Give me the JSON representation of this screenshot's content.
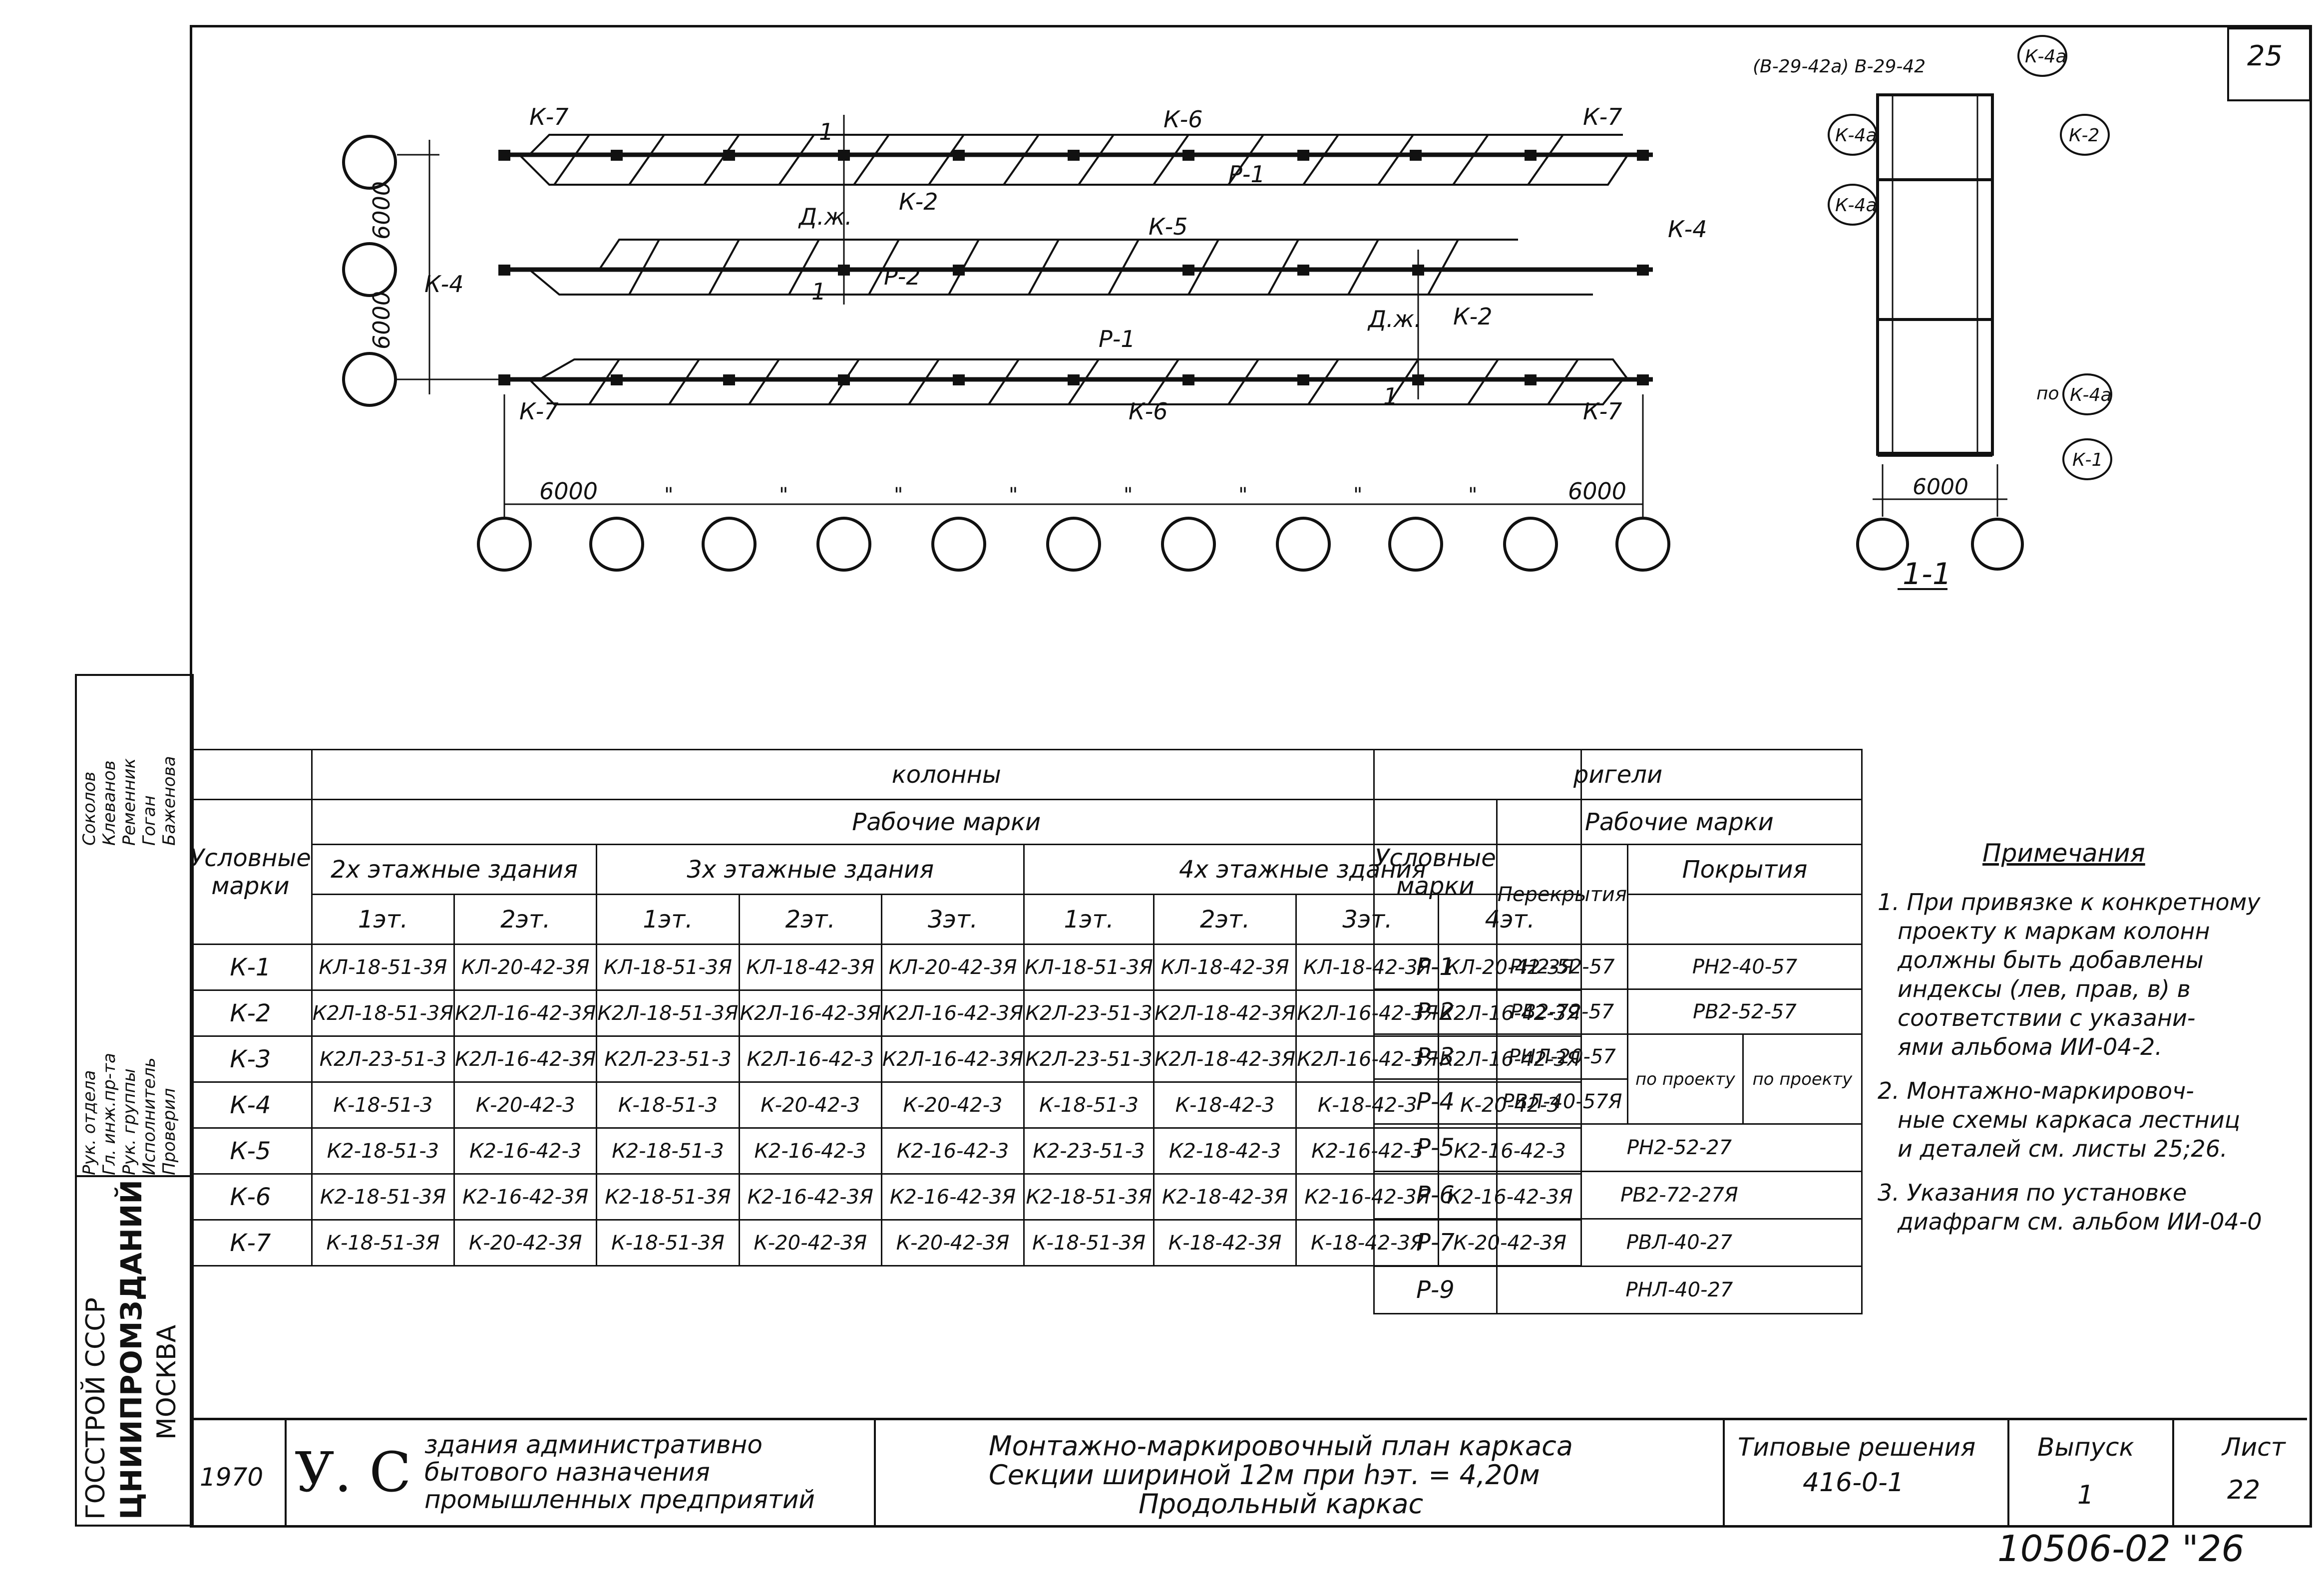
{
  "sheet_number_corner": "25",
  "plan": {
    "labels": {
      "k7_tl": "К-7",
      "k6_top": "К-6",
      "k7_tr": "К-7",
      "r1_top": "Р-1",
      "dzh_1": "Д.ж.",
      "k2_1": "К-2",
      "k5": "К-5",
      "k4_r": "К-4",
      "r2": "Р-2",
      "k4_l": "К-4",
      "dzh_2": "Д.ж.",
      "k2_2": "К-2",
      "r1_bot": "Р-1",
      "k7_bl": "К-7",
      "k6_bot": "К-6",
      "k7_br": "К-7",
      "sec1": "1",
      "sec2": "1",
      "sec3": "1"
    },
    "dims": {
      "v1": "6000",
      "v2": "6000",
      "h_left": "6000",
      "h_right": "6000",
      "tick": "\""
    }
  },
  "section": {
    "top_text": "(В-29-42а) В-29-42",
    "callouts": [
      "К-4а",
      "К-4а",
      "К-2",
      "К-4а",
      "К-4а",
      "К-1"
    ],
    "po": "по",
    "dim": "6000",
    "title": "1-1"
  },
  "stamp": {
    "roles": [
      "Рук. отдела",
      "Гл. инж.пр-та",
      "Рук. группы",
      "Исполнитель",
      "Проверил"
    ],
    "names": [
      "Соколов",
      "Клеванов",
      "Ременник",
      "Гоган",
      "Баженова"
    ],
    "org1": "ГОССТРОЙ СССР",
    "org2": "ЦНИИПРОМЗДАНИЙ",
    "org3": "МОСКВА"
  },
  "columns_table": {
    "title": "колонны",
    "sub": "Рабочие марки",
    "cond_head": "Условные марки",
    "groups": [
      "2х этажные здания",
      "3х этажные здания",
      "4х этажные здания"
    ],
    "floors": [
      "1эт.",
      "2эт.",
      "1эт.",
      "2эт.",
      "3эт.",
      "1эт.",
      "2эт.",
      "3эт.",
      "4эт."
    ],
    "rows": [
      {
        "mark": "К-1",
        "cells": [
          "КЛ-18-51-3Я",
          "КЛ-20-42-3Я",
          "КЛ-18-51-3Я",
          "КЛ-18-42-3Я",
          "КЛ-20-42-3Я",
          "КЛ-18-51-3Я",
          "КЛ-18-42-3Я",
          "КЛ-18-42-3Я",
          "КЛ-20-42-3Я"
        ]
      },
      {
        "mark": "К-2",
        "cells": [
          "К2Л-18-51-3Я",
          "К2Л-16-42-3Я",
          "К2Л-18-51-3Я",
          "К2Л-16-42-3Я",
          "К2Л-16-42-3Я",
          "К2Л-23-51-3",
          "К2Л-18-42-3Я",
          "К2Л-16-42-3Я",
          "К2Л-16-42-3Я"
        ]
      },
      {
        "mark": "К-3",
        "cells": [
          "К2Л-23-51-3",
          "К2Л-16-42-3Я",
          "К2Л-23-51-3",
          "К2Л-16-42-3",
          "К2Л-16-42-3Я",
          "К2Л-23-51-3",
          "К2Л-18-42-3Я",
          "К2Л-16-42-3Я",
          "К2Л-16-42-3Я"
        ]
      },
      {
        "mark": "К-4",
        "cells": [
          "К-18-51-3",
          "К-20-42-3",
          "К-18-51-3",
          "К-20-42-3",
          "К-20-42-3",
          "К-18-51-3",
          "К-18-42-3",
          "К-18-42-3",
          "К-20-42-3"
        ]
      },
      {
        "mark": "К-5",
        "cells": [
          "К2-18-51-3",
          "К2-16-42-3",
          "К2-18-51-3",
          "К2-16-42-3",
          "К2-16-42-3",
          "К2-23-51-3",
          "К2-18-42-3",
          "К2-16-42-3",
          "К2-16-42-3"
        ]
      },
      {
        "mark": "К-6",
        "cells": [
          "К2-18-51-3Я",
          "К2-16-42-3Я",
          "К2-18-51-3Я",
          "К2-16-42-3Я",
          "К2-16-42-3Я",
          "К2-18-51-3Я",
          "К2-18-42-3Я",
          "К2-16-42-3Я",
          "К2-16-42-3Я"
        ]
      },
      {
        "mark": "К-7",
        "cells": [
          "К-18-51-3Я",
          "К-20-42-3Я",
          "К-18-51-3Я",
          "К-20-42-3Я",
          "К-20-42-3Я",
          "К-18-51-3Я",
          "К-18-42-3Я",
          "К-18-42-3Я",
          "К-20-42-3Я"
        ]
      }
    ]
  },
  "girders_table": {
    "title": "ригели",
    "sub": "Рабочие марки",
    "cond_head": "Условные марки",
    "floor_head": "Перекрытия",
    "roof_head": "Покрытия",
    "rows": [
      {
        "mark": "Р-1",
        "floor": "РН2-52-57",
        "roof": "РН2-40-57"
      },
      {
        "mark": "Р-2",
        "floor": "РВ2-72-57",
        "roof": "РВ2-52-57"
      },
      {
        "mark": "Р-3",
        "floor": "РНЛ-20-57",
        "roof_a": "по проекту",
        "roof_b": "по проекту"
      },
      {
        "mark": "Р-4",
        "floor": "РВЛ-40-57Я"
      },
      {
        "mark": "Р-5",
        "all": "РН2-52-27"
      },
      {
        "mark": "Р-6",
        "all": "РВ2-72-27Я"
      },
      {
        "mark": "Р-7",
        "all": "РВЛ-40-27"
      },
      {
        "mark": "Р-9",
        "all": "РНЛ-40-27"
      }
    ]
  },
  "notes": {
    "title": "Примечания",
    "lines": [
      "1. При привязке к конкретному",
      "проекту к маркам колонн",
      "должны быть добавлены",
      "индексы (лев, прав, в) в",
      "соответствии с указани-",
      "ями альбома ИИ-04-2.",
      "2. Монтажно-маркировоч-",
      "ные схемы каркаса лестниц",
      "и деталей см. листы 25;26.",
      "3. Указания по установке",
      "диафрагм см. альбом ИИ-04-0"
    ]
  },
  "title_block": {
    "year": "1970",
    "code": "У. С",
    "desc1": "здания административно",
    "desc2": "бытового назначения",
    "desc3": "промышленных предприятий",
    "main1": "Монтажно-маркировочный план каркаса",
    "main2": "Секции шириной 12м при hэт. = 4,20м",
    "main3": "Продольный каркас",
    "series_label": "Типовые решения",
    "series": "416-0-1",
    "issue_label": "Выпуск",
    "issue": "1",
    "sheet_label": "Лист",
    "sheet": "22"
  },
  "bottom_code": "10506-02 \"26"
}
